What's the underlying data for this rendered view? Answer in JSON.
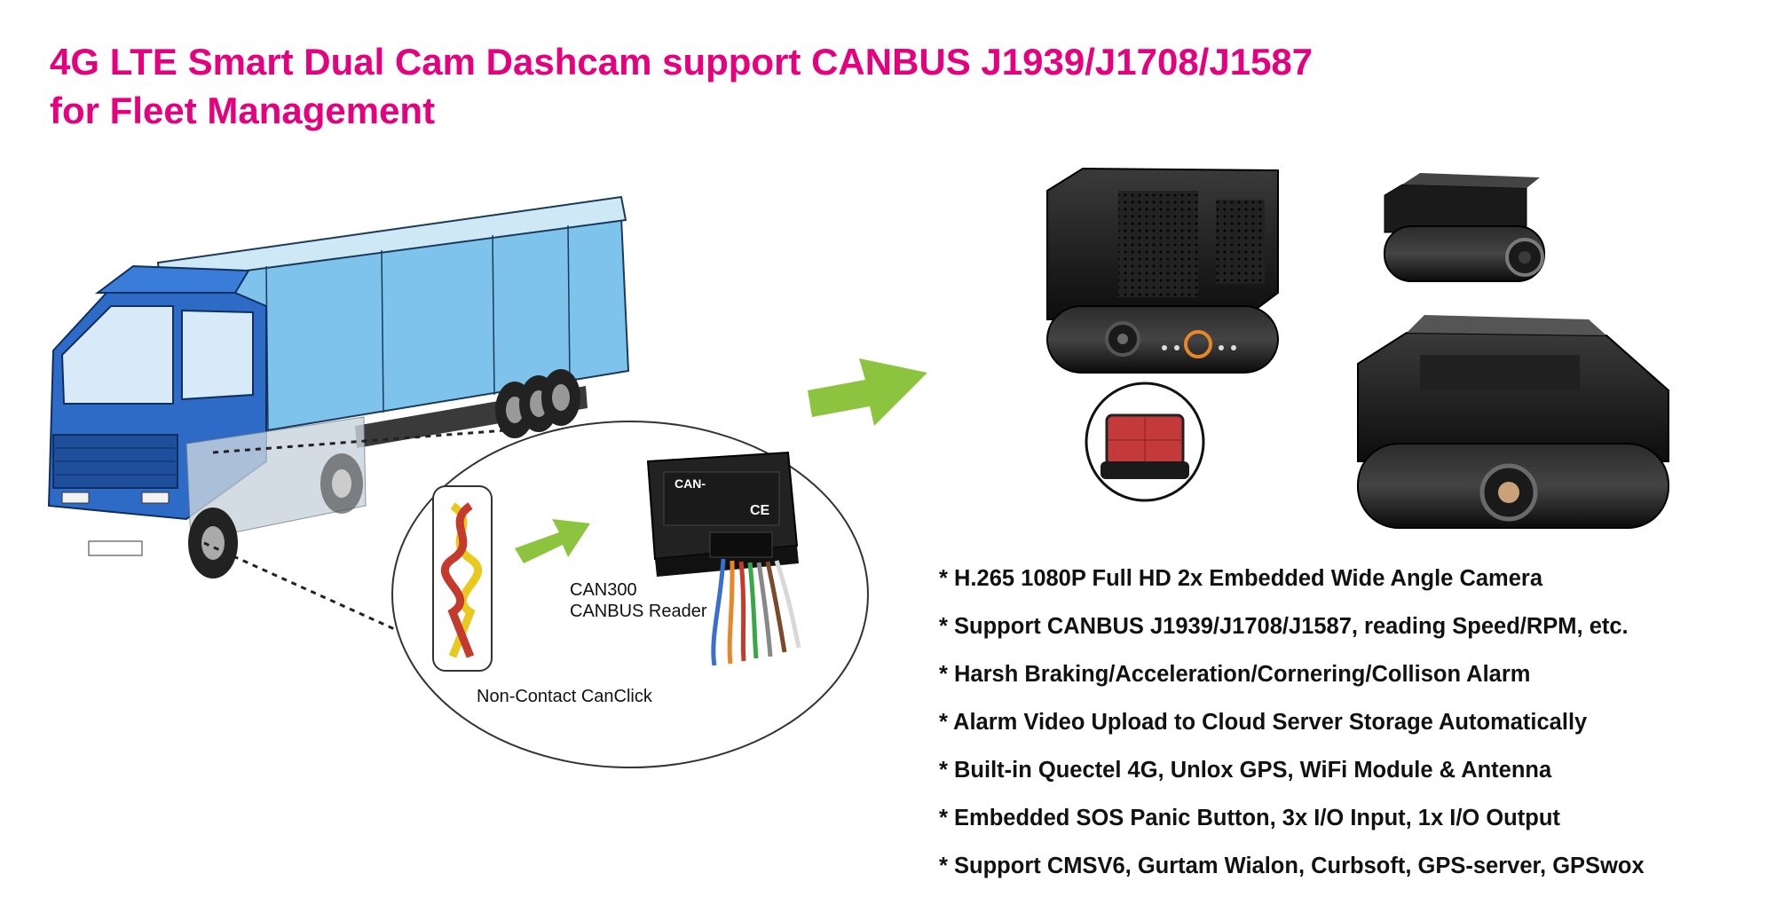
{
  "title": {
    "line1": "4G LTE Smart Dual Cam Dashcam support CANBUS J1939/J1708/J1587",
    "line2": "for Fleet Management"
  },
  "diagram": {
    "reader_label_line1": "CAN300",
    "reader_label_line2": "CANBUS Reader",
    "clip_label": "Non-Contact CanClick",
    "device_text": "CAN-",
    "ce_mark": "CE"
  },
  "features": [
    "* H.265 1080P Full HD 2x Embedded Wide Angle Camera",
    "* Support CANBUS J1939/J1708/J1587, reading Speed/RPM, etc.",
    "* Harsh Braking/Acceleration/Cornering/Collison Alarm",
    "* Alarm Video Upload to Cloud Server Storage Automatically",
    "* Built-in Quectel 4G, Unlox GPS, WiFi Module & Antenna",
    "* Embedded SOS Panic Button, 3x I/O Input, 1x I/O Output",
    "* Support CMSV6, Gurtam Wialon, Curbsoft, GPS-server, GPSwox"
  ],
  "colors": {
    "title": "#e5007d",
    "arrow": "#8cc43f",
    "truck_cab": "#2e6bc7",
    "trailer": "#7ec3ec"
  }
}
